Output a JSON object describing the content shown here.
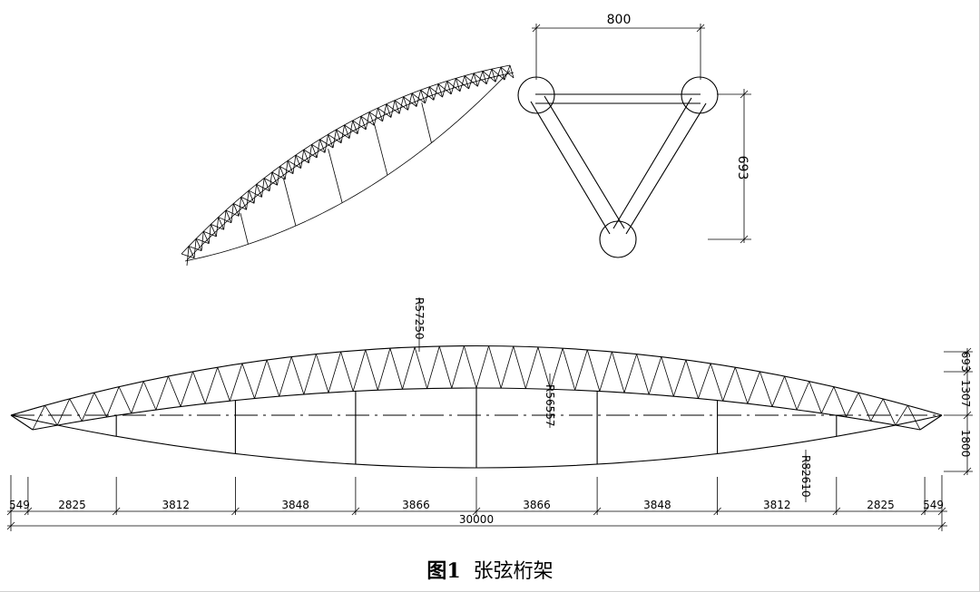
{
  "figure": {
    "caption_number": "图1",
    "caption_title": "张弦桁架"
  },
  "section": {
    "width_label": "800",
    "height_label": "693"
  },
  "elevation": {
    "radius_top": "R57250",
    "radius_mid": "R56557",
    "radius_bottom": "R82610",
    "right_dims": [
      "693",
      "1307",
      "1800"
    ],
    "segments": [
      "549",
      "2825",
      "3812",
      "3848",
      "3866",
      "3866",
      "3848",
      "3812",
      "2825",
      "549"
    ],
    "total": "30000"
  }
}
